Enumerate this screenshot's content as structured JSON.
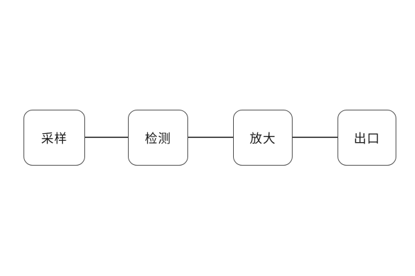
{
  "diagram": {
    "type": "flowchart",
    "orientation": "horizontal",
    "colors": {
      "background": "#ffffff",
      "node_border": "#4a4a4a",
      "connector_line": "#4a4a4a",
      "label_text": "#1a1a1a"
    },
    "nodes": [
      {
        "id": "node-1",
        "label": "采样"
      },
      {
        "id": "node-2",
        "label": "检测"
      },
      {
        "id": "node-3",
        "label": "放大"
      },
      {
        "id": "node-4",
        "label": "出口"
      }
    ],
    "connectors": [
      {
        "from": "node-1",
        "to": "node-2",
        "style": "plain-line"
      },
      {
        "from": "node-2",
        "to": "node-3",
        "style": "plain-line"
      },
      {
        "from": "node-3",
        "to": "node-4",
        "style": "plain-line"
      }
    ]
  }
}
